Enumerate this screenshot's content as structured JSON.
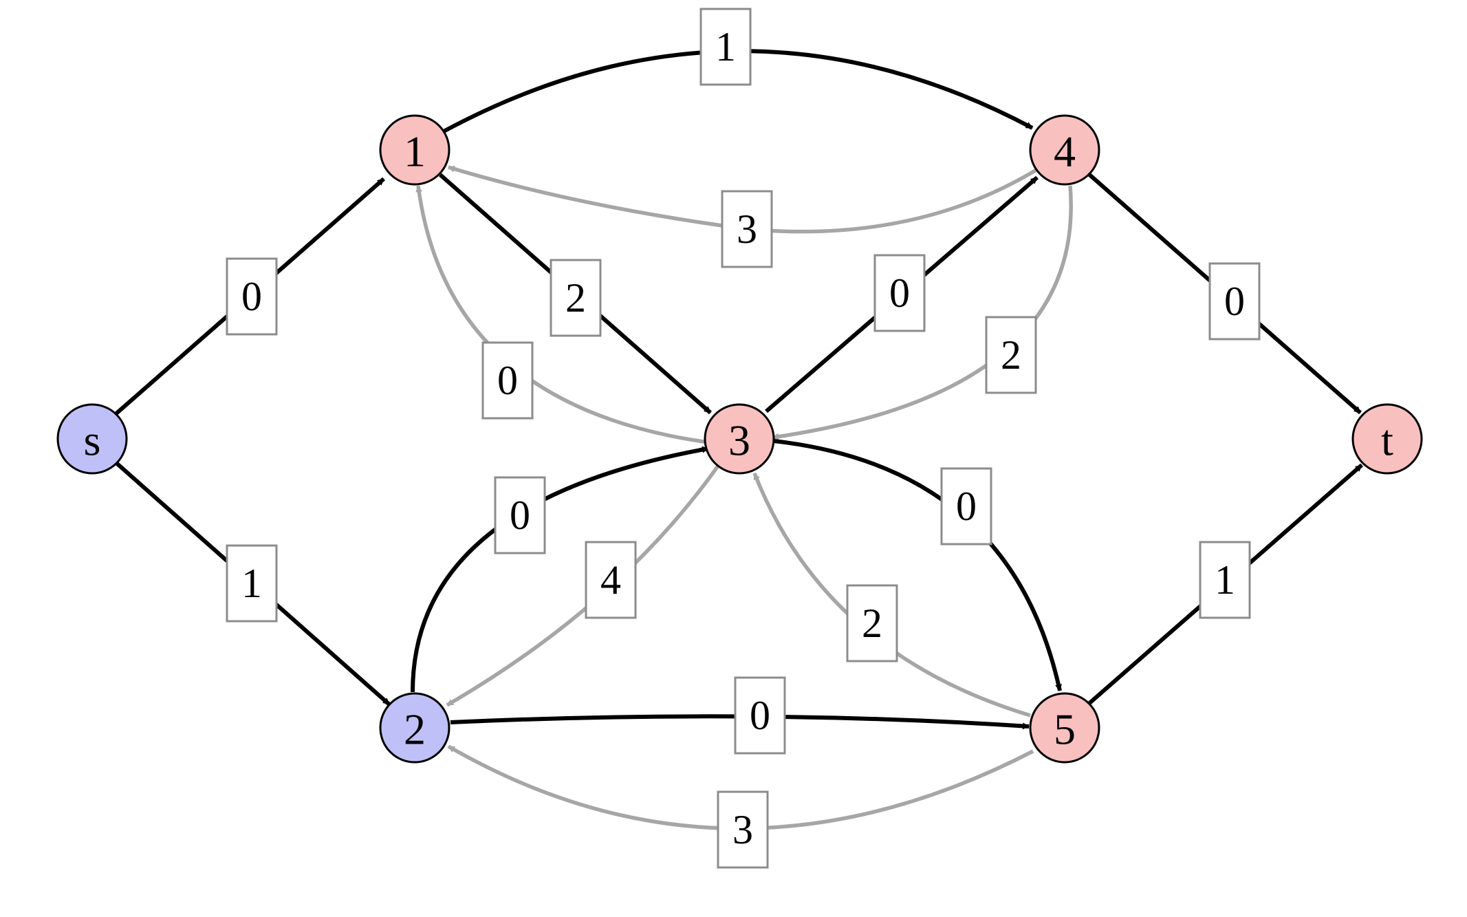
{
  "colors": {
    "source_side": "#c0c0f8",
    "sink_side": "#f9c0c0",
    "forward_edge": "#000000",
    "residual_edge": "#a6a6a6"
  },
  "nodes": [
    {
      "id": "s",
      "label": "s",
      "side": "source"
    },
    {
      "id": "1",
      "label": "1",
      "side": "sink"
    },
    {
      "id": "2",
      "label": "2",
      "side": "source"
    },
    {
      "id": "3",
      "label": "3",
      "side": "sink"
    },
    {
      "id": "4",
      "label": "4",
      "side": "sink"
    },
    {
      "id": "5",
      "label": "5",
      "side": "sink"
    },
    {
      "id": "t",
      "label": "t",
      "side": "sink"
    }
  ],
  "edges": [
    {
      "id": "s-1",
      "from": "s",
      "to": "1",
      "label": "0",
      "kind": "forward"
    },
    {
      "id": "s-2",
      "from": "s",
      "to": "2",
      "label": "1",
      "kind": "forward"
    },
    {
      "id": "1-4",
      "from": "1",
      "to": "4",
      "label": "1",
      "kind": "forward"
    },
    {
      "id": "4-1",
      "from": "4",
      "to": "1",
      "label": "3",
      "kind": "residual"
    },
    {
      "id": "1-3",
      "from": "1",
      "to": "3",
      "label": "2",
      "kind": "forward"
    },
    {
      "id": "3-1",
      "from": "3",
      "to": "1",
      "label": "0",
      "kind": "residual"
    },
    {
      "id": "3-4",
      "from": "3",
      "to": "4",
      "label": "0",
      "kind": "forward"
    },
    {
      "id": "4-3",
      "from": "4",
      "to": "3",
      "label": "2",
      "kind": "residual"
    },
    {
      "id": "4-t",
      "from": "4",
      "to": "t",
      "label": "0",
      "kind": "forward"
    },
    {
      "id": "2-3",
      "from": "2",
      "to": "3",
      "label": "0",
      "kind": "forward"
    },
    {
      "id": "3-2",
      "from": "3",
      "to": "2",
      "label": "4",
      "kind": "residual"
    },
    {
      "id": "3-5",
      "from": "3",
      "to": "5",
      "label": "0",
      "kind": "forward"
    },
    {
      "id": "5-3",
      "from": "5",
      "to": "3",
      "label": "2",
      "kind": "residual"
    },
    {
      "id": "2-5",
      "from": "2",
      "to": "5",
      "label": "0",
      "kind": "forward"
    },
    {
      "id": "5-2",
      "from": "5",
      "to": "2",
      "label": "3",
      "kind": "residual"
    },
    {
      "id": "5-t",
      "from": "5",
      "to": "t",
      "label": "1",
      "kind": "forward"
    }
  ]
}
